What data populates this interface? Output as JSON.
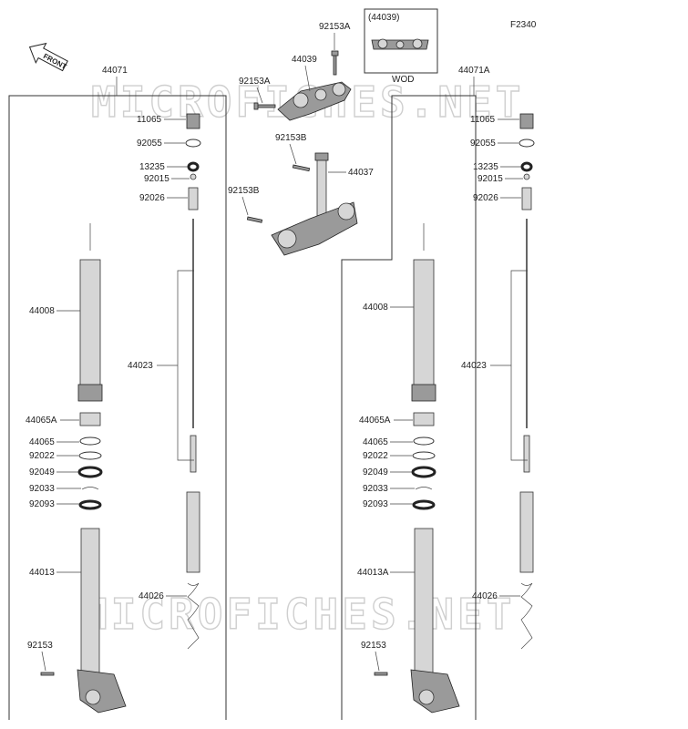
{
  "figure_code": "F2340",
  "front_label": "FRONT",
  "watermark": "MICROFICHES.NET",
  "inset": {
    "code": "(44039)",
    "caption": "WOD"
  },
  "top_parts": {
    "bolt_upper": "92153A",
    "upper_bracket": "44039",
    "bolt_upper_left": "92153A",
    "bolt_stem": "92153B",
    "stem": "44037",
    "bolt_lower": "92153B"
  },
  "left_fork": {
    "assembly": "44071",
    "labels": [
      "11065",
      "92055",
      "13235",
      "92015",
      "92026",
      "44008",
      "44023",
      "44065A",
      "44065",
      "92022",
      "92049",
      "92033",
      "92093",
      "44013",
      "44026",
      "92153"
    ]
  },
  "right_fork": {
    "assembly": "44071A",
    "labels": [
      "11065",
      "92055",
      "13235",
      "92015",
      "92026",
      "44008",
      "44023",
      "44065A",
      "44065",
      "92022",
      "92049",
      "92033",
      "92093",
      "44013A",
      "44026",
      "92153"
    ]
  }
}
